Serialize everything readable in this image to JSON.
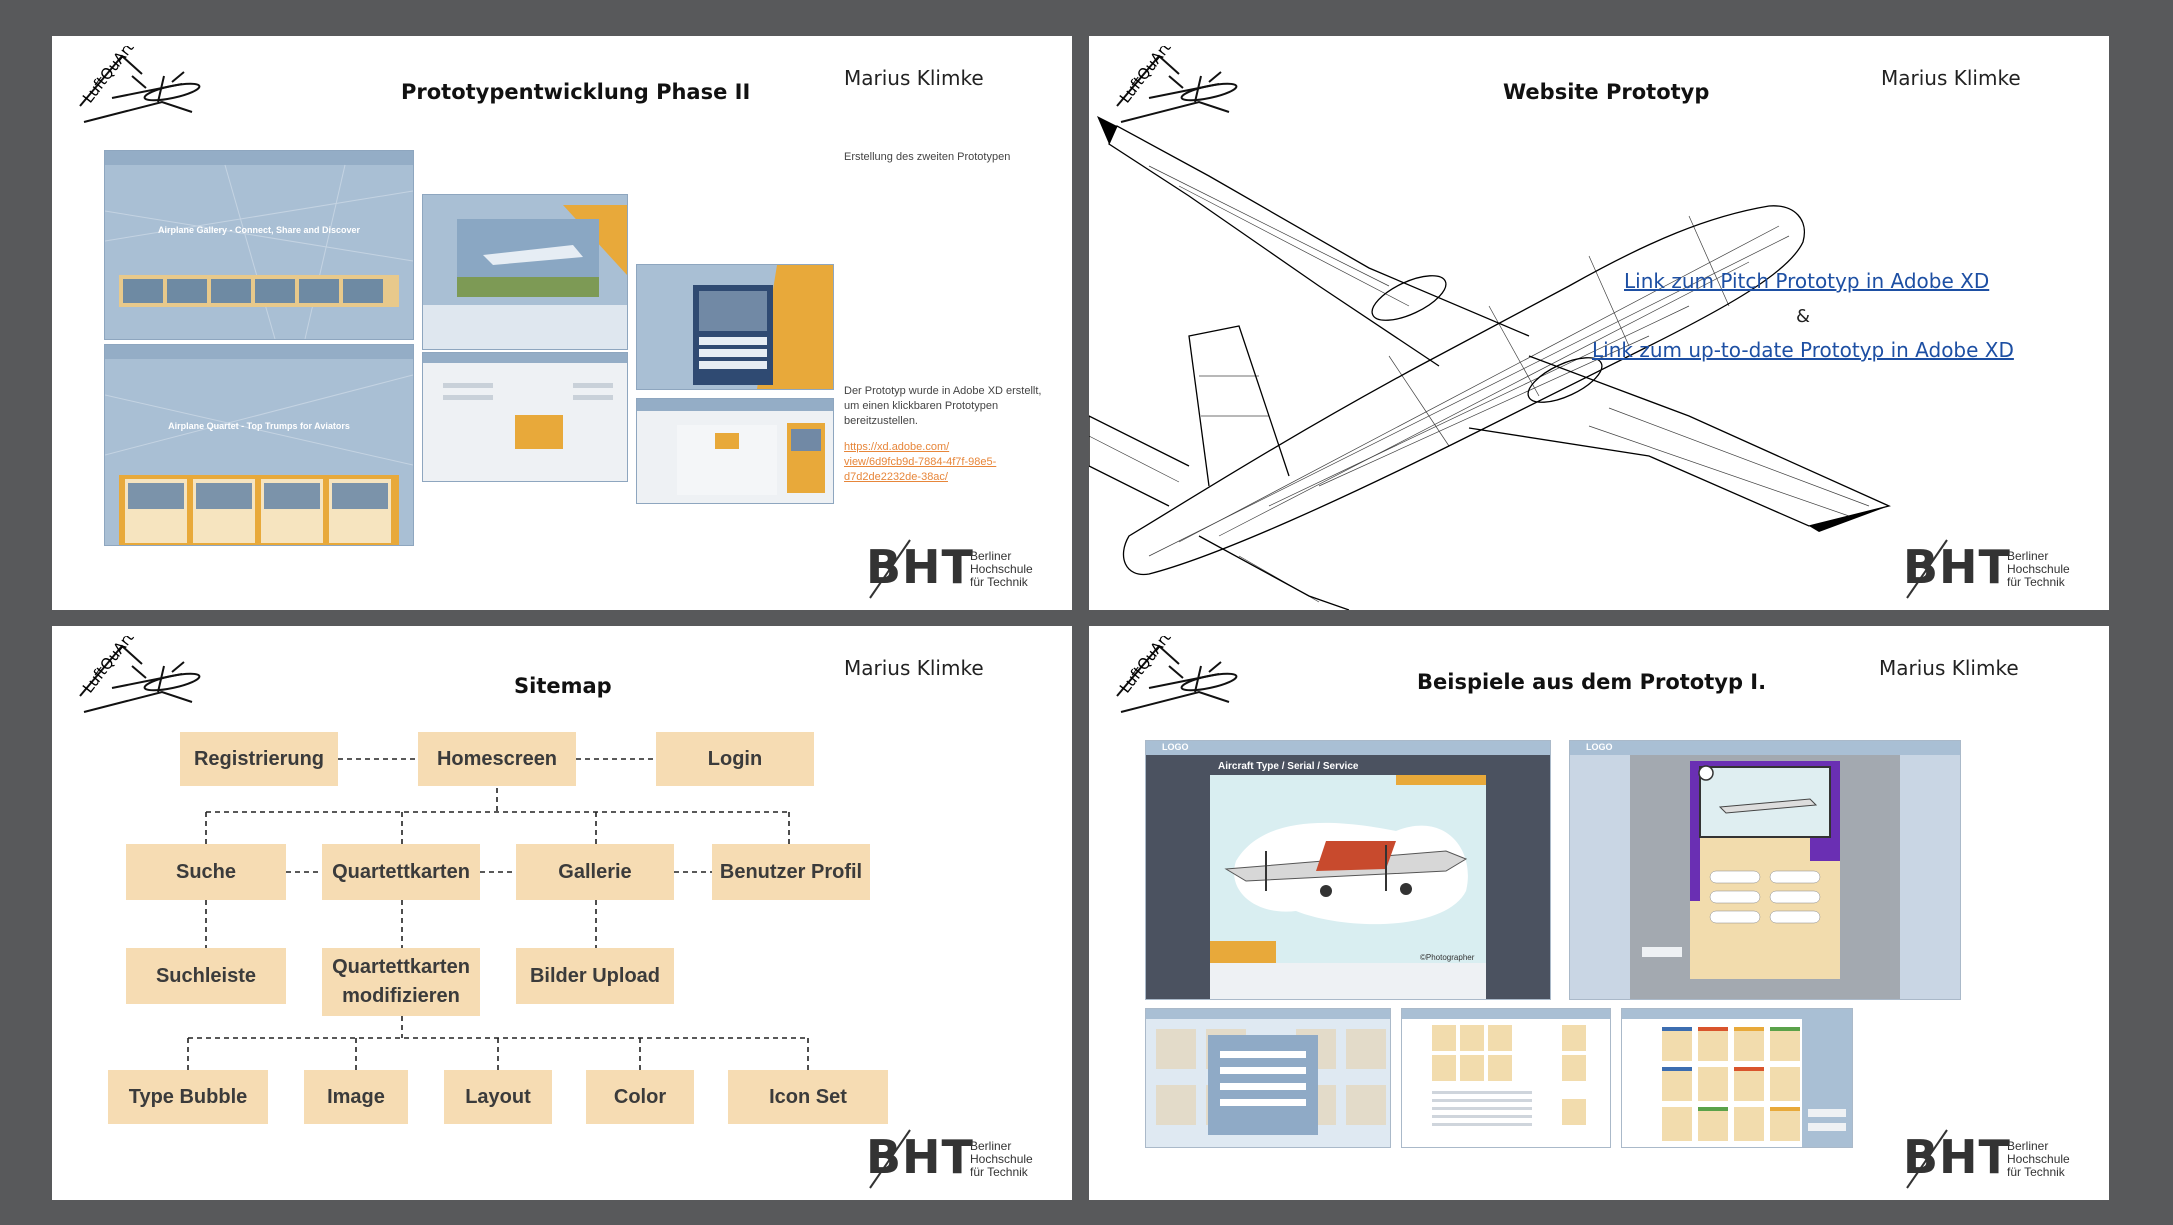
{
  "slides": {
    "s1": {
      "title": "Prototypentwicklung Phase II",
      "author": "Marius Klimke",
      "subtitle": "Erstellung des zweiten Prototypen",
      "note": "Der Prototyp wurde in Adobe XD erstellt, um einen klickbaren Prototypen bereitzustellen.",
      "link": "https://xd.adobe.com/\nview/6d9fcb9d-7884-4f7f-98e5-\nd7d2de2232de-38ac/",
      "gallery_heading": "Airplane Gallery - Connect, Share and Discover",
      "quartet_heading": "Airplane Quartet - Top Trumps for Aviators"
    },
    "s2": {
      "title": "Website Prototyp",
      "author": "Marius Klimke",
      "link_pitch": "Link zum Pitch Prototyp in Adobe XD",
      "amp": "&",
      "link_uptodate": "Link zum up-to-date Prototyp in Adobe XD"
    },
    "s3": {
      "title": "Sitemap",
      "author": "Marius Klimke",
      "nodes": {
        "registrierung": "Registrierung",
        "homescreen": "Homescreen",
        "login": "Login",
        "suche": "Suche",
        "quartettkarten": "Quartettkarten",
        "gallerie": "Gallerie",
        "benutzer_profil": "Benutzer Profil",
        "suchleiste": "Suchleiste",
        "quartettkarten_modifizieren": "Quartettkarten modifizieren",
        "bilder_upload": "Bilder Upload",
        "type_bubble": "Type Bubble",
        "image": "Image",
        "layout": "Layout",
        "color": "Color",
        "icon_set": "Icon Set"
      }
    },
    "s4": {
      "title": "Beispiele aus dem Prototyp I.",
      "author": "Marius Klimke",
      "shot1_logo": "LOGO",
      "shot1_heading": "Aircraft Type / Serial / Service",
      "shot1_credit": "©Photographer",
      "shot2_logo": "LOGO"
    }
  },
  "brand": {
    "logo_text": "LuftQuArt",
    "bht_letters": "BHT",
    "bht_lines": "Berliner\nHochschule\nfür Technik"
  },
  "colors": {
    "background": "#58595b",
    "node_fill": "#f6dcb3",
    "proto_blue": "#a9bfd4",
    "proto_orange": "#e8a93a",
    "link_blue": "#1d4fa3"
  }
}
